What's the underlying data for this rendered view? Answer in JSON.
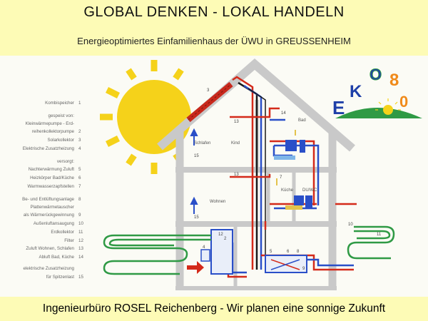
{
  "header": {
    "title": "GLOBAL DENKEN  -  LOKAL HANDELN",
    "subtitle": "Energieoptimiertes Einfamilienhaus der ÜWU in GREUSSENHEIM"
  },
  "logo": {
    "letters": [
      "E",
      "K",
      "O",
      "8",
      "0"
    ]
  },
  "legend": {
    "items": [
      {
        "label": "Kombispeicher",
        "num": "1"
      },
      {
        "label": "gespeist von:",
        "num": ""
      },
      {
        "label": "Kleinwärmepumpe - Erd-",
        "num": ""
      },
      {
        "label": "reihenkollektorpumpe",
        "num": "2"
      },
      {
        "label": "Solarkollektor",
        "num": "3"
      },
      {
        "label": "Elektrische Zusatzheizung",
        "num": "4"
      },
      {
        "label": "versorgt:",
        "num": ""
      },
      {
        "label": "Nachterwärmung Zuluft",
        "num": "5"
      },
      {
        "label": "Heizkörper Bad/Küche",
        "num": "6"
      },
      {
        "label": "Warmwasserzapfstellen",
        "num": "7"
      },
      {
        "label": "Be- und Entlüftungsanlage",
        "num": "8"
      },
      {
        "label": "Plattenwärmetauscher",
        "num": ""
      },
      {
        "label": "als Wärmerückgewinnung",
        "num": "9"
      },
      {
        "label": "Außenluftansaugung",
        "num": "10"
      },
      {
        "label": "Erdkollektor",
        "num": "11"
      },
      {
        "label": "Filter",
        "num": "12"
      },
      {
        "label": "Zuluft Wohnen, Schlafen",
        "num": "13"
      },
      {
        "label": "Abluft Bad, Küche",
        "num": "14"
      },
      {
        "label": "elektrische Zusatzheizung",
        "num": ""
      },
      {
        "label": "für Spitzenlast",
        "num": "15"
      }
    ]
  },
  "rooms": {
    "schlafen": "Schlafen",
    "kind": "Kind",
    "bad": "Bad",
    "wohnen": "Wohnen",
    "kueche": "Küche",
    "du_wc": "DU/WC"
  },
  "markers": {
    "m3": "3",
    "m13a": "13",
    "m14a": "14",
    "m15a": "15",
    "m13b": "13",
    "m15b": "15",
    "m7": "7",
    "m10": "10",
    "m11": "11",
    "m12": "12",
    "m2": "2",
    "m4": "4",
    "m5": "5",
    "m6": "6",
    "m8": "8",
    "m9": "9"
  },
  "footer": {
    "text": "Ingenieurbüro ROSEL Reichenberg - Wir planen eine sonnige Zukunft"
  },
  "colors": {
    "background": "#fdfbb6",
    "sun": "#f5d21a",
    "supply": "#d42a1a",
    "return": "#2a4fc8",
    "ground": "#2f9a45"
  }
}
